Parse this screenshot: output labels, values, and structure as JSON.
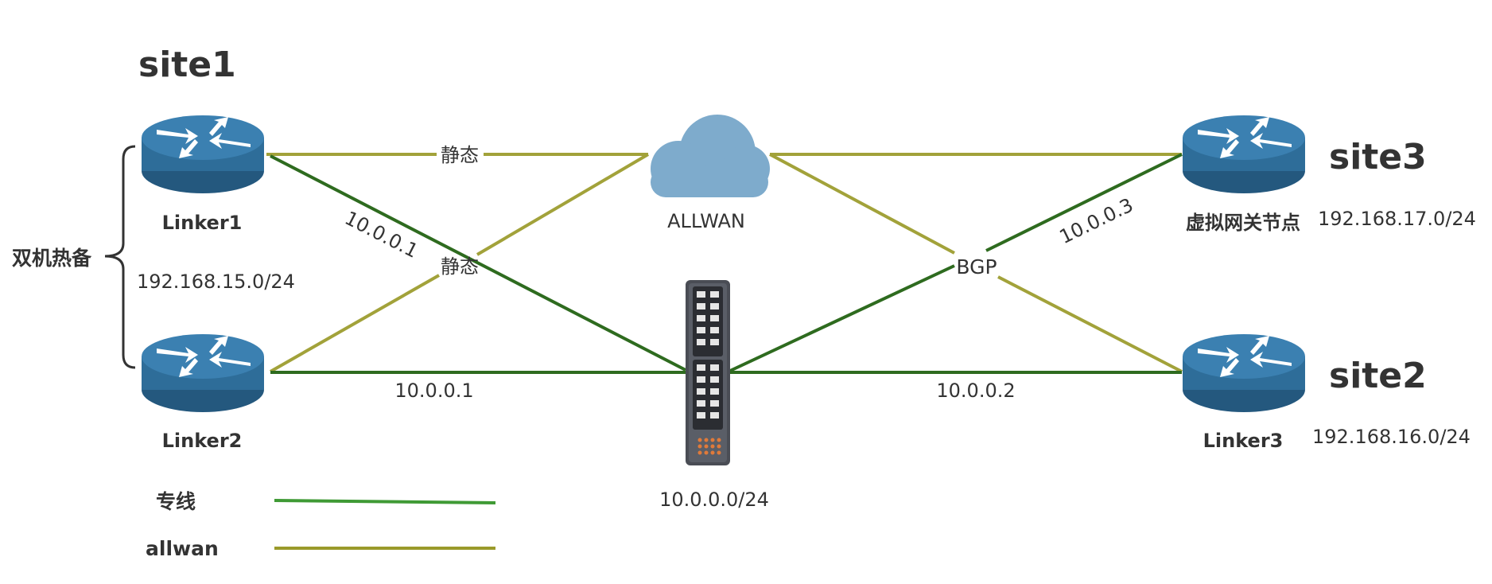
{
  "sites": {
    "site1": "site1",
    "site3": "site3",
    "site2": "site2"
  },
  "devices": {
    "linker1": "Linker1",
    "linker2": "Linker2",
    "linker3": "Linker3",
    "virtual_gateway": "虚拟网关节点",
    "cloud": "ALLWAN",
    "switch_subnet": "10.0.0.0/24"
  },
  "subnets": {
    "site1": "192.168.15.0/24",
    "site3": "192.168.17.0/24",
    "site2": "192.168.16.0/24"
  },
  "link_labels": {
    "static_top": "静态",
    "static_mid": "静态",
    "linker1_ip": "10.0.0.1",
    "linker2_ip": "10.0.0.1",
    "virtual_gateway_ip": "10.0.0.3",
    "linker3_ip": "10.0.0.2",
    "bgp": "BGP"
  },
  "ha_label": "双机热备",
  "legend": {
    "dedicated": "专线",
    "allwan": "allwan"
  },
  "colors": {
    "dedicated_line": "#2e6b1f",
    "allwan_line": "#a2a23a",
    "legend_dedicated": "#3f9a35",
    "legend_allwan": "#9a9a2a",
    "router": "#2e6d99",
    "router_top": "#3b80b1",
    "cloud": "#7eabcc",
    "switch_body": "#4a4d55",
    "bgp_text": "#e03a2a",
    "ha_text": "#8b1a1a"
  }
}
